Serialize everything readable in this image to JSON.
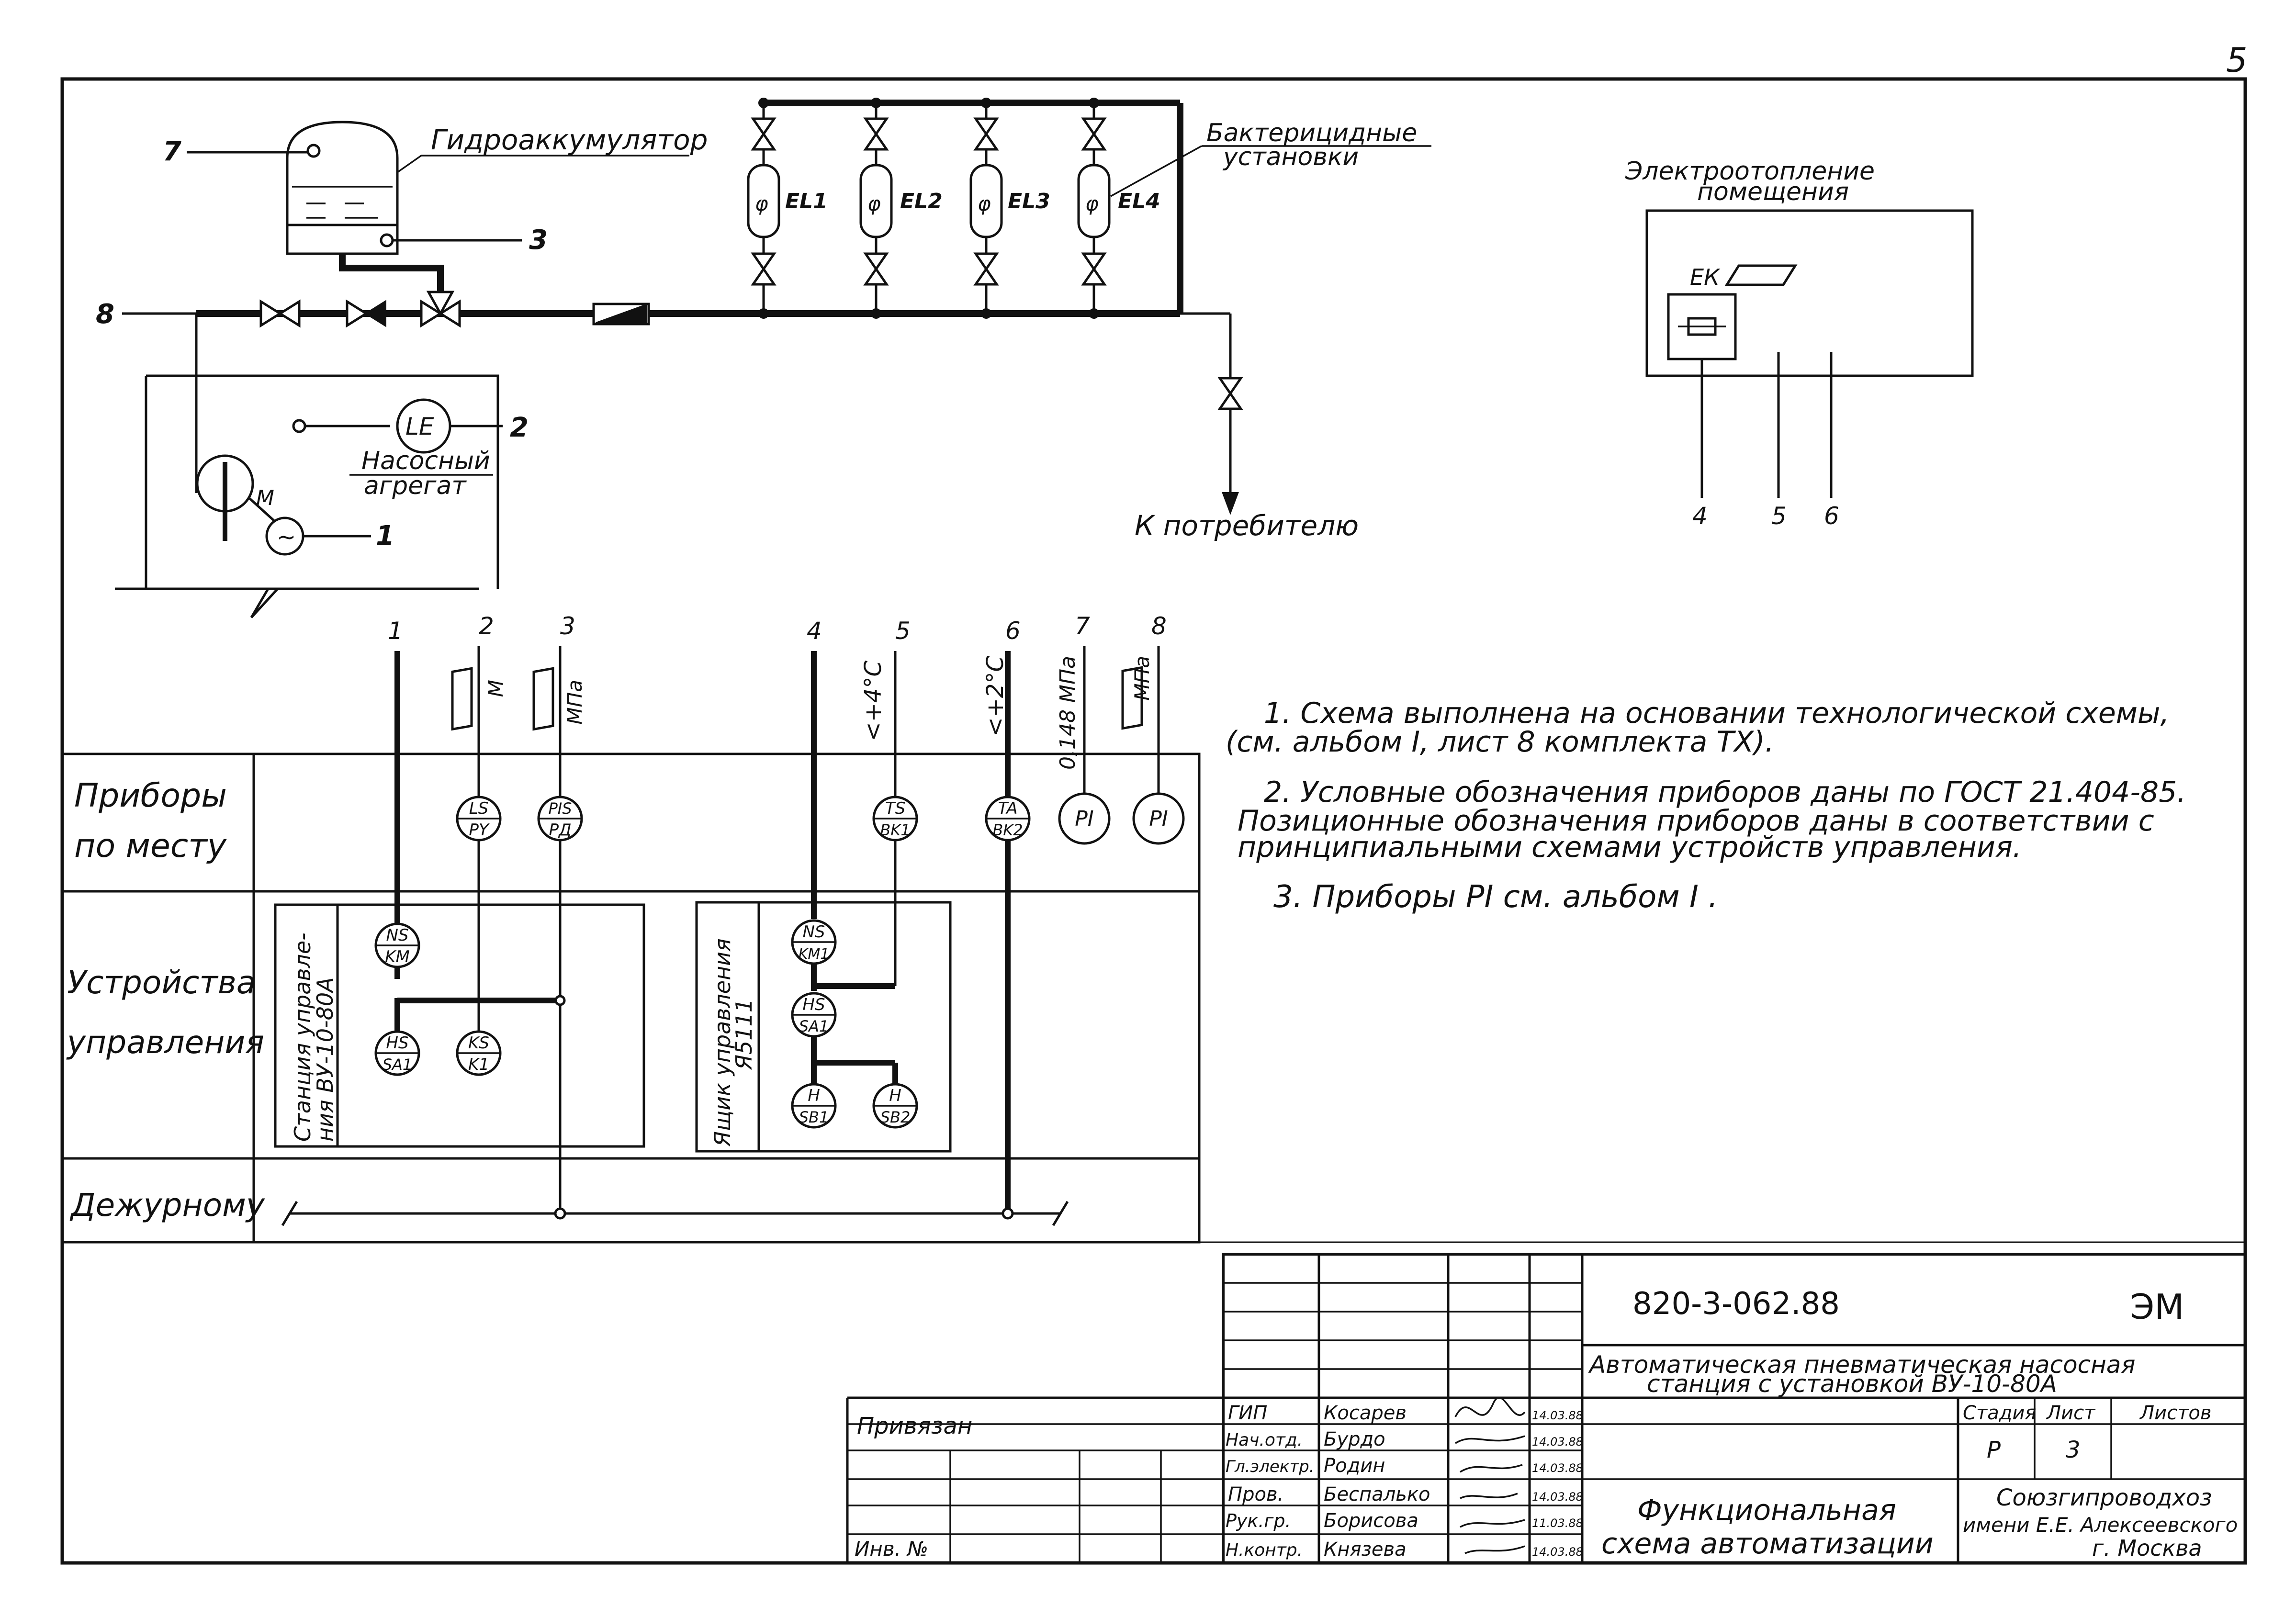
{
  "page_number": "5",
  "equipment": {
    "accumulator_label": "Гидроаккумулятор",
    "uv_units_label_1": "Бактерицидные",
    "uv_units_label_2": "установки",
    "uv_units": [
      "EL1",
      "EL2",
      "EL3",
      "EL4"
    ],
    "pump_label_1": "Насосный",
    "pump_label_2": "агрегат",
    "motor_letter": "M",
    "motor_symbol": "~",
    "level_sensor": "LE",
    "to_consumer": "К потребителю",
    "heating_title_1": "Электроотопление",
    "heating_title_2": "помещения",
    "heating_code": "ЕК",
    "points": {
      "p1": "1",
      "p2": "2",
      "p3": "3",
      "p7": "7",
      "p8": "8"
    },
    "heating_points": [
      "4",
      "5",
      "6"
    ]
  },
  "lines": {
    "numbers": [
      "1",
      "2",
      "3",
      "4",
      "5",
      "6",
      "7",
      "8"
    ],
    "unit_m": "М",
    "unit_mpa": "МПа",
    "label_lt4": "<+4°C",
    "label_lt2": "<+2°C",
    "label_0148": "0,148 МПа"
  },
  "rows": {
    "field_1": "Приборы",
    "field_2": "по месту",
    "control_1": "Устройства",
    "control_2": "управления",
    "duty": "Дежурному"
  },
  "field_devices": [
    {
      "top": "LS",
      "bottom": "PY"
    },
    {
      "top": "PIS",
      "bottom": "PД"
    },
    {
      "top": "TS",
      "bottom": "BK1"
    },
    {
      "top": "TA",
      "bottom": "BK2"
    },
    {
      "top": "PI",
      "bottom": ""
    },
    {
      "top": "PI",
      "bottom": ""
    }
  ],
  "control_devices": [
    {
      "top": "NS",
      "bottom": "KM"
    },
    {
      "top": "HS",
      "bottom": "SA1"
    },
    {
      "top": "KS",
      "bottom": "K1"
    },
    {
      "top": "NS",
      "bottom": "KM1"
    },
    {
      "top": "HS",
      "bottom": "SA1"
    },
    {
      "top": "H",
      "bottom": "SB1"
    },
    {
      "top": "H",
      "bottom": "SB2"
    }
  ],
  "station_label_1": "Станция управле-",
  "station_label_2": "ния  ВУ-10-80А",
  "box_label_1": "Ящик управления",
  "box_label_2": "Я5111",
  "notes": [
    "1. Схема  выполнена  на  основании  технологической  схемы,",
    "(см. альбом I, лист 8  комплекта  ТХ).",
    "2. Условные  обозначения  приборов  даны  по  ГОСТ 21.404-85.",
    "Позиционные  обозначения  приборов  даны  в  соответствии  с",
    "принципиальными  схемами  устройств  управления.",
    "3. Приборы  PI  см.  альбом  I ."
  ],
  "title_block": {
    "doc_code": "820-3-062.88",
    "mark": "ЭМ",
    "project_1": "Автоматическая  пневматическая  насосная",
    "project_2": "станция  с  установкой  ВУ-10-80А",
    "privyazan": "Привязан",
    "inv_no": "Инв. №",
    "stage_h": "Стадия",
    "sheet_h": "Лист",
    "sheets_h": "Листов",
    "stage": "Р",
    "sheet": "3",
    "sheet_title_1": "Функциональная",
    "sheet_title_2": "схема  автоматизации",
    "org_1": "Союзгипроводхоз",
    "org_2": "имени Е.Е. Алексеевского",
    "org_3": "г. Москва",
    "staff": [
      {
        "role": "ГИП",
        "name": "Косарев",
        "date": "14.03.88"
      },
      {
        "role": "Нач.отд.",
        "name": "Бурдо",
        "date": "14.03.88"
      },
      {
        "role": "Гл.электр.",
        "name": "Родин",
        "date": "14.03.88"
      },
      {
        "role": "Пров.",
        "name": "Беспалько",
        "date": "14.03.88"
      },
      {
        "role": "Рук.гр.",
        "name": "Борисова",
        "date": "11.03.88"
      },
      {
        "role": "Н.контр.",
        "name": "Князева",
        "date": "14.03.88"
      }
    ]
  }
}
